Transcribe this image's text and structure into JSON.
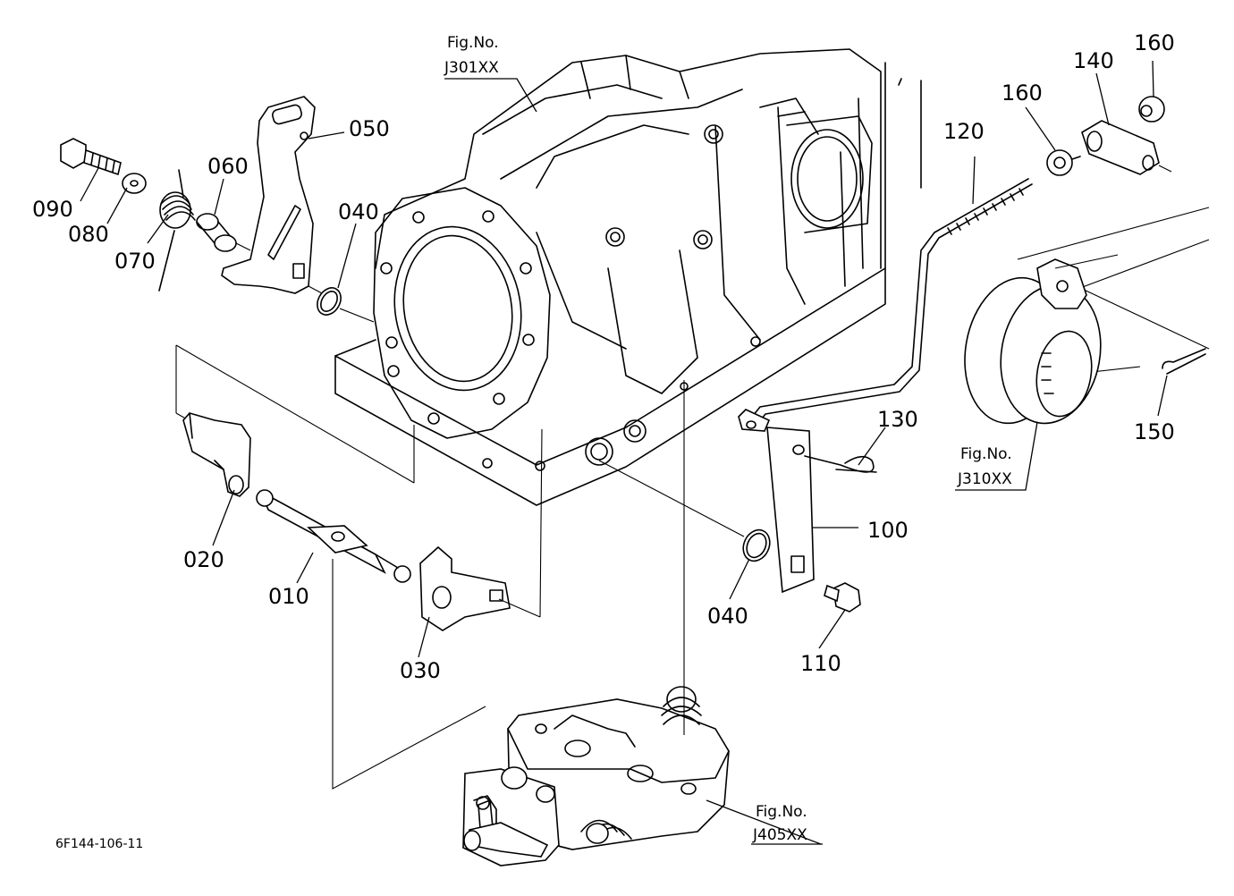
{
  "parts": [
    {
      "id": "p010",
      "label": "010"
    },
    {
      "id": "p020",
      "label": "020"
    },
    {
      "id": "p030",
      "label": "030"
    },
    {
      "id": "p040a",
      "label": "040"
    },
    {
      "id": "p040b",
      "label": "040"
    },
    {
      "id": "p050",
      "label": "050"
    },
    {
      "id": "p060",
      "label": "060"
    },
    {
      "id": "p070",
      "label": "070"
    },
    {
      "id": "p080",
      "label": "080"
    },
    {
      "id": "p090",
      "label": "090"
    },
    {
      "id": "p100",
      "label": "100"
    },
    {
      "id": "p110",
      "label": "110"
    },
    {
      "id": "p120",
      "label": "120"
    },
    {
      "id": "p130",
      "label": "130"
    },
    {
      "id": "p140",
      "label": "140"
    },
    {
      "id": "p150",
      "label": "150"
    },
    {
      "id": "p160a",
      "label": "160"
    },
    {
      "id": "p160b",
      "label": "160"
    }
  ],
  "figure_refs": [
    {
      "id": "ref-housing",
      "line1": "Fig.No.",
      "line2": "J301XX"
    },
    {
      "id": "ref-hub",
      "line1": "Fig.No.",
      "line2": "J310XX"
    },
    {
      "id": "ref-valve",
      "line1": "Fig.No.",
      "line2": "J405XX"
    }
  ],
  "drawing_code": "6F144-106-11"
}
